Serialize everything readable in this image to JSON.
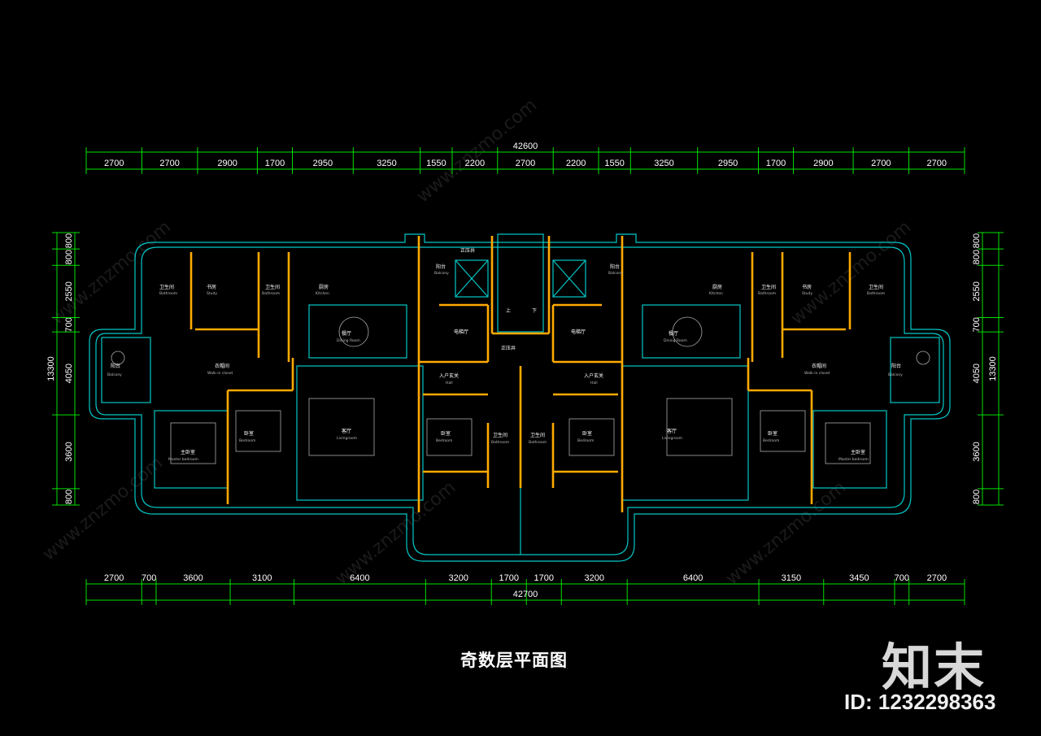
{
  "title": "奇数层平面图",
  "top_total": "42600",
  "top_segments": [
    "2700",
    "2700",
    "2900",
    "1700",
    "2950",
    "3250",
    "1550",
    "2200",
    "2700",
    "2200",
    "1550",
    "3250",
    "2950",
    "1700",
    "2900",
    "2700",
    "2700"
  ],
  "bottom_total": "42700",
  "bottom_segments": [
    "2700",
    "700",
    "3600",
    "3100",
    "6400",
    "3200",
    "1700",
    "1700",
    "3200",
    "6400",
    "3150",
    "3450",
    "700",
    "2700"
  ],
  "left_total": "13300",
  "left_segments": [
    "800",
    "800",
    "2550",
    "700",
    "4050",
    "3600",
    "800"
  ],
  "right_total": "13300",
  "right_segments": [
    "800",
    "800",
    "2550",
    "700",
    "4050",
    "3600",
    "800"
  ],
  "rooms": {
    "bathroom_cn": "卫生间",
    "bathroom_en": "Bathroom",
    "study_cn": "书房",
    "study_en": "Study",
    "kitchen_cn": "厨房",
    "kitchen_en": "Kitchen",
    "dining_cn": "餐厅",
    "dining_en": "Dining Room",
    "balcony_cn": "阳台",
    "balcony_en": "Balcony",
    "closet_cn": "衣帽间",
    "closet_en": "Walk-in closet",
    "living_cn": "客厅",
    "living_en": "Livingroom",
    "master_cn": "主卧室",
    "master_en": "Master bedroom",
    "bedroom_cn": "卧室",
    "bedroom_en": "Bedroom",
    "hall_cn": "入户玄关",
    "hall_en": "Hall",
    "elevator_hall": "电梯厅",
    "shaft": "正压井",
    "stairs_up": "上",
    "stairs_down": "下"
  },
  "watermark": "www.znzmo.com",
  "logo": "知末",
  "image_id": "ID: 1232298363",
  "colors": {
    "outline": "#00c8c8",
    "wall": "#ffaa00",
    "dim": "#00e000",
    "text": "#ffffff"
  }
}
